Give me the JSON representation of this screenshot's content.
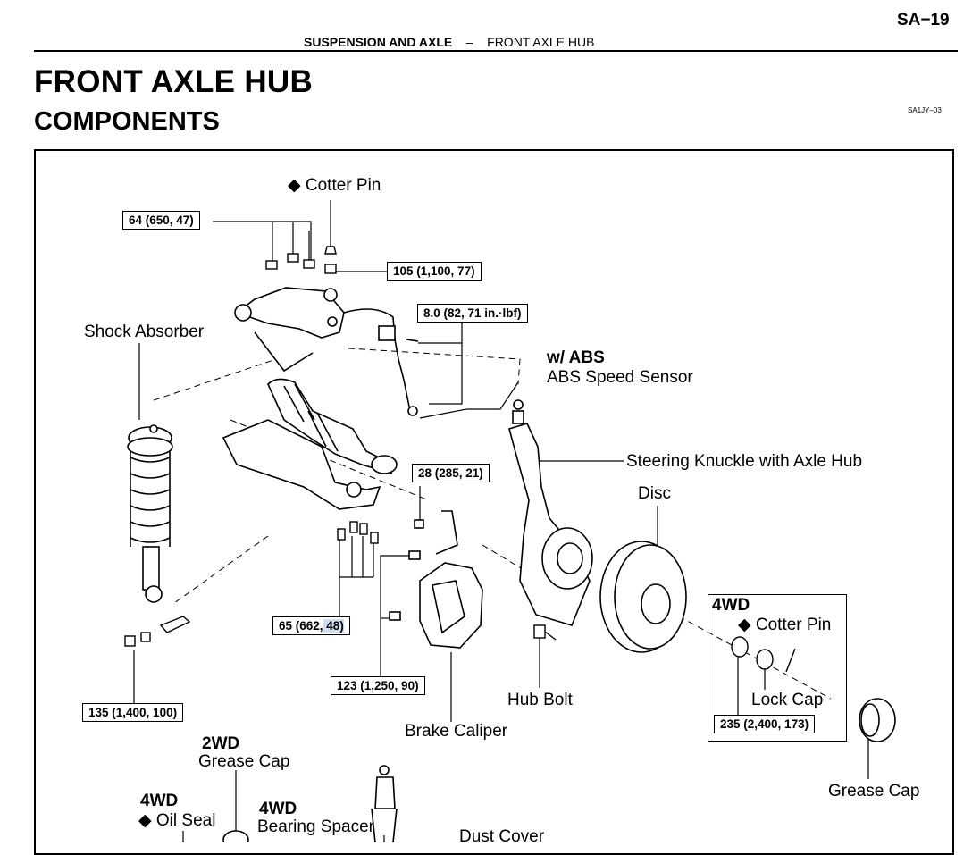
{
  "header": {
    "page_number": "SA−19",
    "section": "SUSPENSION AND AXLE",
    "separator": "–",
    "subsection": "FRONT AXLE HUB"
  },
  "title": "FRONT AXLE HUB",
  "section_title": "COMPONENTS",
  "figure_code": "SA1JY–03",
  "torque_specs": {
    "t1": "64 (650, 47)",
    "t2": "105 (1,100, 77)",
    "t3": "8.0 (82, 71 in.·lbf)",
    "t4": "28 (285, 21)",
    "t5_part1": "65 (662,",
    "t5_part2": " 48)",
    "t6": "123 (1,250, 90)",
    "t7": "135 (1,400, 100)",
    "t8": "235 (2,400, 173)"
  },
  "labels": {
    "cotter_pin_top": "◆ Cotter Pin",
    "shock_absorber": "Shock Absorber",
    "w_abs": "w/ ABS",
    "abs_sensor": "ABS Speed Sensor",
    "steering_knuckle": "Steering Knuckle with Axle Hub",
    "disc": "Disc",
    "variant_4wd": "4WD",
    "cotter_pin_4wd": "◆ Cotter Pin",
    "lock_cap": "Lock Cap",
    "hub_bolt": "Hub Bolt",
    "brake_caliper": "Brake Caliper",
    "grease_cap_right": "Grease Cap",
    "variant_2wd": "2WD",
    "grease_cap_2wd": "Grease Cap",
    "oil_seal_variant": "4WD",
    "oil_seal": "◆ Oil Seal",
    "bearing_spacer_variant": "4WD",
    "bearing_spacer": "Bearing Spacer",
    "dust_cover": "Dust Cover"
  }
}
